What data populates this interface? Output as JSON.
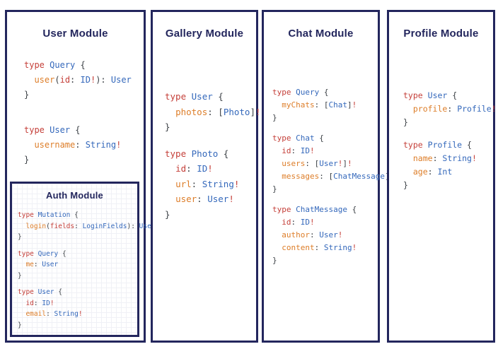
{
  "colors": {
    "navy": "#23265d",
    "k": "#c5403a",
    "t": "#3468bb",
    "f": "#dd7d28",
    "p": "#3a3f44"
  },
  "panels": {
    "user": {
      "title": "User Module",
      "blocks": [
        [
          [
            [
              "type",
              "k"
            ],
            [
              " ",
              "p"
            ],
            [
              "Query",
              "t"
            ],
            [
              " {",
              "p"
            ]
          ],
          [
            [
              "  ",
              "p"
            ],
            [
              "user",
              "f"
            ],
            [
              "(",
              "p"
            ],
            [
              "id",
              "k"
            ],
            [
              ": ",
              "p"
            ],
            [
              "ID",
              "t"
            ],
            [
              "!",
              "k"
            ],
            [
              "): ",
              "p"
            ],
            [
              "User",
              "t"
            ]
          ],
          [
            [
              "}",
              "p"
            ]
          ]
        ],
        [
          [
            [
              "type",
              "k"
            ],
            [
              " ",
              "p"
            ],
            [
              "User",
              "t"
            ],
            [
              " {",
              "p"
            ]
          ],
          [
            [
              "  ",
              "p"
            ],
            [
              "username",
              "f"
            ],
            [
              ": ",
              "p"
            ],
            [
              "String",
              "t"
            ],
            [
              "!",
              "k"
            ]
          ],
          [
            [
              "}",
              "p"
            ]
          ]
        ]
      ]
    },
    "auth": {
      "title": "Auth Module",
      "blocks": [
        [
          [
            [
              "type",
              "k"
            ],
            [
              " ",
              "p"
            ],
            [
              "Mutation",
              "t"
            ],
            [
              " {",
              "p"
            ]
          ],
          [
            [
              "  ",
              "p"
            ],
            [
              "login",
              "f"
            ],
            [
              "(",
              "p"
            ],
            [
              "fields",
              "k"
            ],
            [
              ": ",
              "p"
            ],
            [
              "LoginFields",
              "t"
            ],
            [
              "): ",
              "p"
            ],
            [
              "User",
              "t"
            ]
          ],
          [
            [
              "}",
              "p"
            ]
          ]
        ],
        [
          [
            [
              "type",
              "k"
            ],
            [
              " ",
              "p"
            ],
            [
              "Query",
              "t"
            ],
            [
              " {",
              "p"
            ]
          ],
          [
            [
              "  ",
              "p"
            ],
            [
              "me",
              "f"
            ],
            [
              ": ",
              "p"
            ],
            [
              "User",
              "t"
            ]
          ],
          [
            [
              "}",
              "p"
            ]
          ]
        ],
        [
          [
            [
              "type",
              "k"
            ],
            [
              " ",
              "p"
            ],
            [
              "User",
              "t"
            ],
            [
              " {",
              "p"
            ]
          ],
          [
            [
              "  ",
              "p"
            ],
            [
              "id",
              "k"
            ],
            [
              ": ",
              "p"
            ],
            [
              "ID",
              "t"
            ],
            [
              "!",
              "k"
            ]
          ],
          [
            [
              "  ",
              "p"
            ],
            [
              "email",
              "f"
            ],
            [
              ": ",
              "p"
            ],
            [
              "String",
              "t"
            ],
            [
              "!",
              "k"
            ]
          ],
          [
            [
              "}",
              "p"
            ]
          ]
        ]
      ]
    },
    "gallery": {
      "title": "Gallery Module",
      "blocks": [
        [
          [
            [
              "type",
              "k"
            ],
            [
              " ",
              "p"
            ],
            [
              "User",
              "t"
            ],
            [
              " {",
              "p"
            ]
          ],
          [
            [
              "  ",
              "p"
            ],
            [
              "photos",
              "f"
            ],
            [
              ": ",
              "p"
            ],
            [
              "[",
              "p"
            ],
            [
              "Photo",
              "t"
            ],
            [
              "]",
              "p"
            ],
            [
              "!",
              "k"
            ]
          ],
          [
            [
              "}",
              "p"
            ]
          ]
        ],
        [
          [
            [
              "type",
              "k"
            ],
            [
              " ",
              "p"
            ],
            [
              "Photo",
              "t"
            ],
            [
              " {",
              "p"
            ]
          ],
          [
            [
              "  ",
              "p"
            ],
            [
              "id",
              "k"
            ],
            [
              ": ",
              "p"
            ],
            [
              "ID",
              "t"
            ],
            [
              "!",
              "k"
            ]
          ],
          [
            [
              "  ",
              "p"
            ],
            [
              "url",
              "f"
            ],
            [
              ": ",
              "p"
            ],
            [
              "String",
              "t"
            ],
            [
              "!",
              "k"
            ]
          ],
          [
            [
              "  ",
              "p"
            ],
            [
              "user",
              "f"
            ],
            [
              ": ",
              "p"
            ],
            [
              "User",
              "t"
            ],
            [
              "!",
              "k"
            ]
          ],
          [
            [
              "}",
              "p"
            ]
          ]
        ]
      ]
    },
    "chat": {
      "title": "Chat Module",
      "blocks": [
        [
          [
            [
              "type",
              "k"
            ],
            [
              " ",
              "p"
            ],
            [
              "Query",
              "t"
            ],
            [
              " {",
              "p"
            ]
          ],
          [
            [
              "  ",
              "p"
            ],
            [
              "myChats",
              "f"
            ],
            [
              ": ",
              "p"
            ],
            [
              "[",
              "p"
            ],
            [
              "Chat",
              "t"
            ],
            [
              "]",
              "p"
            ],
            [
              "!",
              "k"
            ]
          ],
          [
            [
              "}",
              "p"
            ]
          ]
        ],
        [
          [
            [
              "type",
              "k"
            ],
            [
              " ",
              "p"
            ],
            [
              "Chat",
              "t"
            ],
            [
              " {",
              "p"
            ]
          ],
          [
            [
              "  ",
              "p"
            ],
            [
              "id",
              "k"
            ],
            [
              ": ",
              "p"
            ],
            [
              "ID",
              "t"
            ],
            [
              "!",
              "k"
            ]
          ],
          [
            [
              "  ",
              "p"
            ],
            [
              "users",
              "f"
            ],
            [
              ": ",
              "p"
            ],
            [
              "[",
              "p"
            ],
            [
              "User",
              "t"
            ],
            [
              "!",
              "k"
            ],
            [
              "]",
              "p"
            ],
            [
              "!",
              "k"
            ]
          ],
          [
            [
              "  ",
              "p"
            ],
            [
              "messages",
              "f"
            ],
            [
              ": ",
              "p"
            ],
            [
              "[",
              "p"
            ],
            [
              "ChatMessage",
              "t"
            ],
            [
              "]",
              "p"
            ],
            [
              "!",
              "k"
            ]
          ],
          [
            [
              "}",
              "p"
            ]
          ]
        ],
        [
          [
            [
              "type",
              "k"
            ],
            [
              " ",
              "p"
            ],
            [
              "ChatMessage",
              "t"
            ],
            [
              " {",
              "p"
            ]
          ],
          [
            [
              "  ",
              "p"
            ],
            [
              "id",
              "k"
            ],
            [
              ": ",
              "p"
            ],
            [
              "ID",
              "t"
            ],
            [
              "!",
              "k"
            ]
          ],
          [
            [
              "  ",
              "p"
            ],
            [
              "author",
              "f"
            ],
            [
              ": ",
              "p"
            ],
            [
              "User",
              "t"
            ],
            [
              "!",
              "k"
            ]
          ],
          [
            [
              "  ",
              "p"
            ],
            [
              "content",
              "f"
            ],
            [
              ": ",
              "p"
            ],
            [
              "String",
              "t"
            ],
            [
              "!",
              "k"
            ]
          ],
          [
            [
              "}",
              "p"
            ]
          ]
        ]
      ]
    },
    "profile": {
      "title": "Profile Module",
      "blocks": [
        [
          [
            [
              "type",
              "k"
            ],
            [
              " ",
              "p"
            ],
            [
              "User",
              "t"
            ],
            [
              " {",
              "p"
            ]
          ],
          [
            [
              "  ",
              "p"
            ],
            [
              "profile",
              "f"
            ],
            [
              ": ",
              "p"
            ],
            [
              "Profile",
              "t"
            ],
            [
              "!",
              "k"
            ]
          ],
          [
            [
              "}",
              "p"
            ]
          ]
        ],
        [
          [
            [
              "type",
              "k"
            ],
            [
              " ",
              "p"
            ],
            [
              "Profile",
              "t"
            ],
            [
              " {",
              "p"
            ]
          ],
          [
            [
              "  ",
              "p"
            ],
            [
              "name",
              "f"
            ],
            [
              ": ",
              "p"
            ],
            [
              "String",
              "t"
            ],
            [
              "!",
              "k"
            ]
          ],
          [
            [
              "  ",
              "p"
            ],
            [
              "age",
              "f"
            ],
            [
              ": ",
              "p"
            ],
            [
              "Int",
              "t"
            ]
          ],
          [
            [
              "}",
              "p"
            ]
          ]
        ]
      ]
    }
  }
}
